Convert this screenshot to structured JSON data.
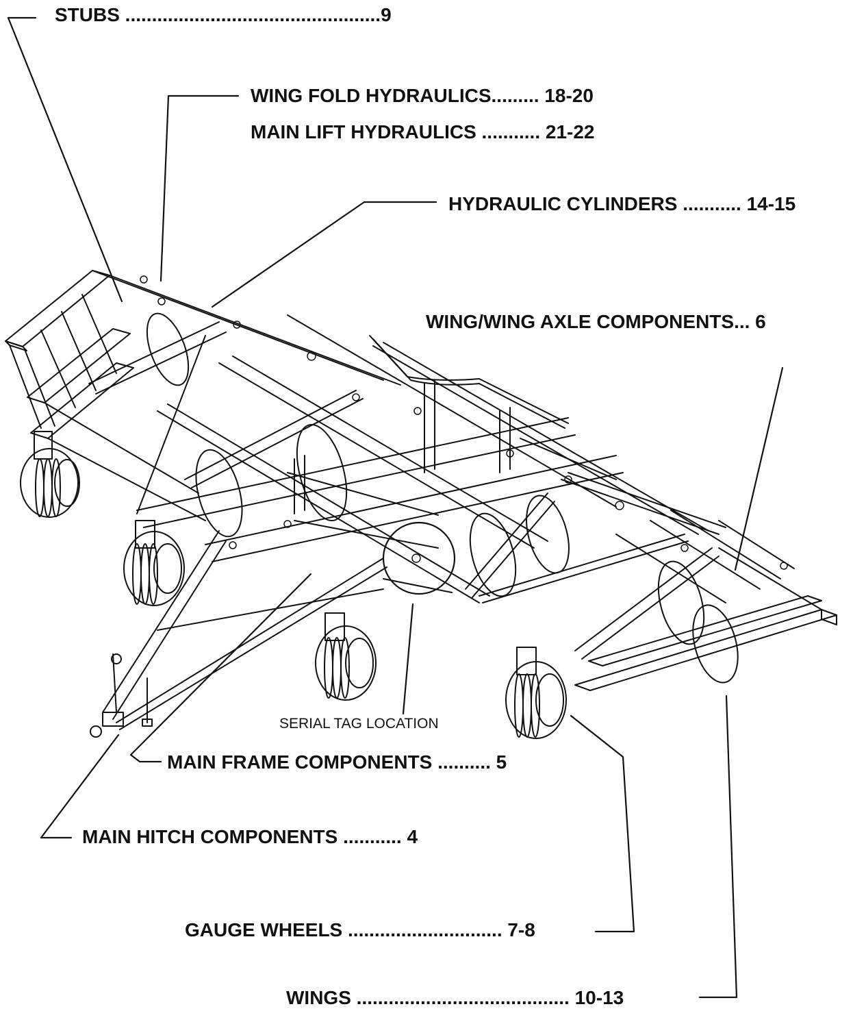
{
  "callouts": {
    "stubs": "STUBS ................................................9",
    "wing_fold_hydraulics": "WING FOLD HYDRAULICS......... 18-20",
    "main_lift_hydraulics": "MAIN LIFT HYDRAULICS ........... 21-22",
    "hydraulic_cylinders": "HYDRAULIC CYLINDERS ........... 14-15",
    "wing_axle_components": "WING/WING AXLE COMPONENTS... 6",
    "serial_tag_location": "SERIAL TAG LOCATION",
    "main_frame_components": "MAIN FRAME COMPONENTS .......... 5",
    "main_hitch_components": "MAIN HITCH COMPONENTS ........... 4",
    "gauge_wheels": "GAUGE WHEELS ............................. 7-8",
    "wings": "WINGS ........................................ 10-13"
  },
  "colors": {
    "ink": "#111111",
    "paper": "#ffffff"
  }
}
